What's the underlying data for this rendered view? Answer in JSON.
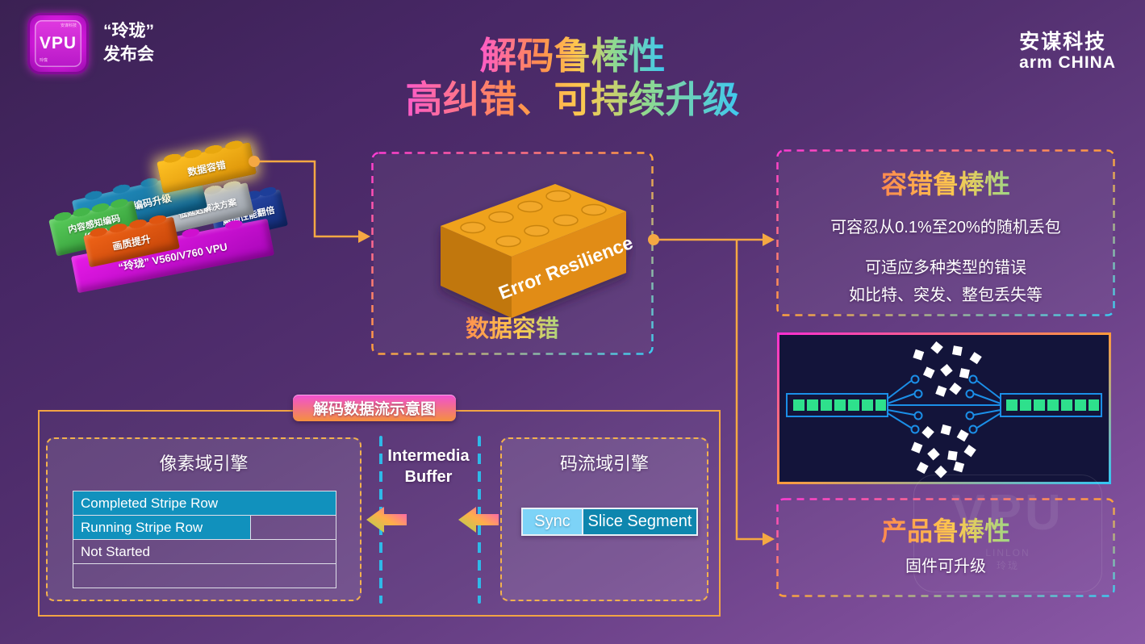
{
  "header": {
    "vpu_chip": {
      "label": "VPU",
      "tiny_top": "安谋科技",
      "tiny_bottom": "玲珑"
    },
    "brand_line1": "“玲珑”",
    "brand_line2": "发布会",
    "arm_line1": "安谋科技",
    "arm_line2": "arm CHINA"
  },
  "title": {
    "line1": "解码鲁棒性",
    "line2": "高纠错、可持续升级"
  },
  "brick_stack": {
    "bricks": [
      {
        "label": "数据容错",
        "color": "#eda20a",
        "highlighted": true
      },
      {
        "label": "H.266编码升级",
        "color": "#1a7fae",
        "highlighted": false
      },
      {
        "label": "低延迟解决方案",
        "color": "#b9bdc4",
        "highlighted": false
      },
      {
        "label": "解码性能翻倍",
        "color": "#1d3e99",
        "highlighted": false
      },
      {
        "label": "内容感知编码\n(CAE)",
        "color": "#49b84b",
        "highlighted": false
      },
      {
        "label": "画质提升",
        "color": "#e35410",
        "highlighted": false
      },
      {
        "label": "“玲珑” V560/V760 VPU",
        "color": "#cf10cf",
        "highlighted": false
      }
    ]
  },
  "center_box": {
    "brick_text": "Error Resilience",
    "caption": "数据容错"
  },
  "fault_box": {
    "title": "容错鲁棒性",
    "line1": "可容忍从0.1%至20%的随机丢包",
    "line2": "可适应多种类型的错误",
    "line3": "如比特、突发、整包丢失等"
  },
  "product_box": {
    "title": "产品鲁棒性",
    "line1": "固件可升级",
    "watermark": "VPU",
    "watermark_sub": "LINLON\n玲珑"
  },
  "flow_diagram": {
    "label": "解码数据流示意图",
    "pixel_engine": {
      "title": "像素域引擎",
      "rows": [
        {
          "text": "Completed Stripe Row",
          "fill": "full"
        },
        {
          "text": "Running Stripe Row",
          "fill": "partial"
        },
        {
          "text": "Not Started",
          "fill": "none"
        },
        {
          "text": "",
          "fill": "none"
        }
      ]
    },
    "buffer_label": "Intermedia Buffer",
    "stream_engine": {
      "title": "码流域引擎",
      "segments": [
        {
          "text": "Sync"
        },
        {
          "text": "Slice Segment"
        }
      ]
    }
  },
  "colors": {
    "connector_orange": "#f5a843",
    "dash_gradient": [
      "#ff3bd4",
      "#ffa03c",
      "#3cc8f0"
    ],
    "table_teal": "#1191bd",
    "sync_blue": "#7dd3f7",
    "slice_teal": "#0e86ae",
    "packet_green": "#2ee08c",
    "packet_bg": "#13143a",
    "cyan_dash": "#2fb9e8",
    "brick_orange": "#e8941a"
  }
}
